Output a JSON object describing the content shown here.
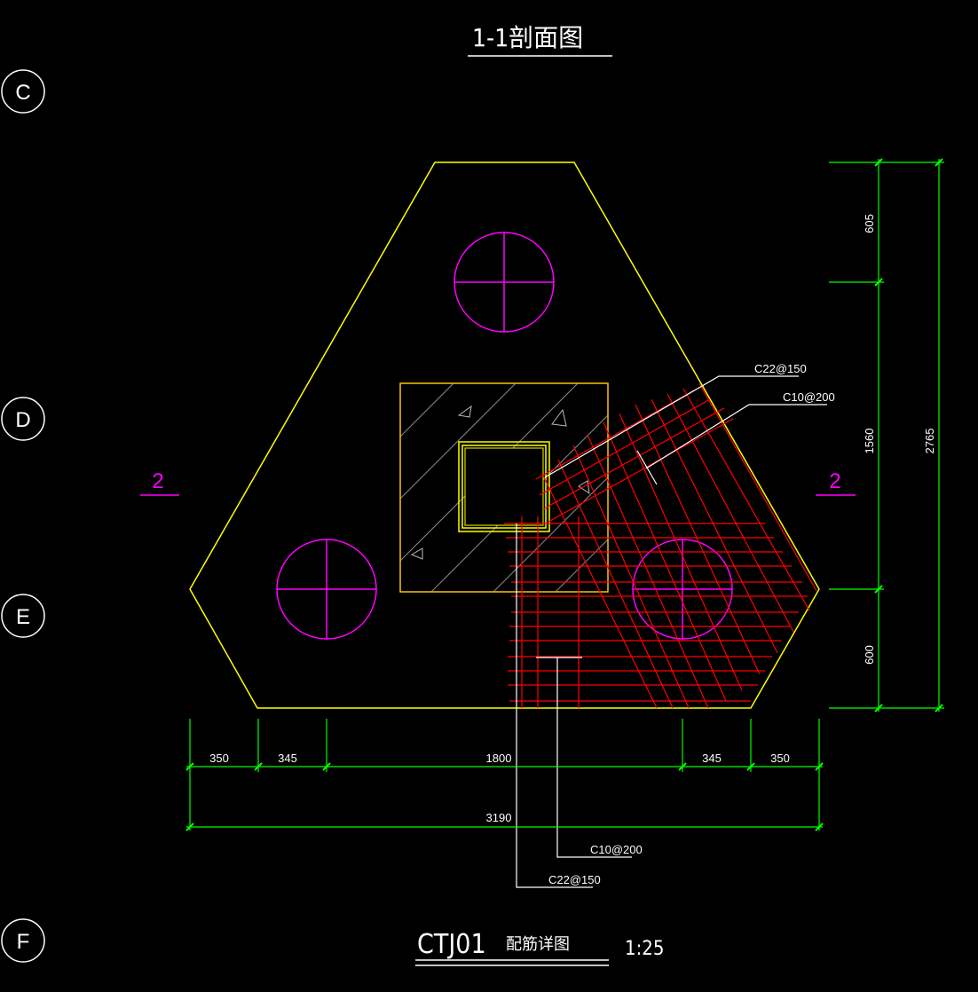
{
  "section_title": "1-1剖面图",
  "drawing_title": {
    "code": "CTJ01",
    "name": "配筋详图",
    "scale": "1:25"
  },
  "grid_axes": [
    "C",
    "D",
    "E",
    "F"
  ],
  "section_marks": [
    "2",
    "2"
  ],
  "rebar_labels": {
    "diag_main": "C22@150",
    "diag_dist": "C10@200",
    "bottom_dist": "C10@200",
    "bottom_main": "C22@150"
  },
  "dimensions": {
    "horizontal_segments": [
      "350",
      "345",
      "1800",
      "345",
      "350"
    ],
    "horizontal_total": "3190",
    "vertical_segments": [
      "605",
      "1560",
      "600"
    ],
    "vertical_total": "2765"
  },
  "colors": {
    "background": "#000000",
    "outline": "#ffff00",
    "piles": "#ff00ff",
    "rebar": "#ff0000",
    "dimension": "#00ff00",
    "text": "#ffffff"
  }
}
